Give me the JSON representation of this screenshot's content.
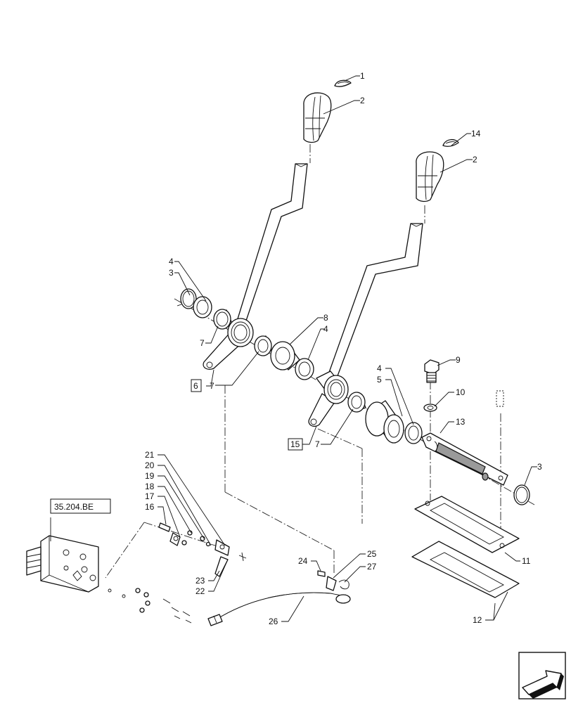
{
  "callouts": {
    "c1": "1",
    "c2a": "2",
    "c2b": "2",
    "c14": "14",
    "c4a": "4",
    "c3a": "3",
    "c7a": "7",
    "c8": "8",
    "c4b": "4",
    "c6": "6",
    "c7b": "7",
    "c4c": "4",
    "c5": "5",
    "c9": "9",
    "c10": "10",
    "c13": "13",
    "c15": "15",
    "c7c": "7",
    "c3b": "3",
    "c11": "11",
    "c12": "12",
    "c21": "21",
    "c20": "20",
    "c19": "19",
    "c18": "18",
    "c17": "17",
    "c16": "16",
    "c23": "23",
    "c22": "22",
    "c24": "24",
    "c25": "25",
    "c27": "27",
    "c26": "26"
  },
  "reference_box": "35.204.BE",
  "icons": {
    "nav": "next-page-arrow-icon"
  }
}
